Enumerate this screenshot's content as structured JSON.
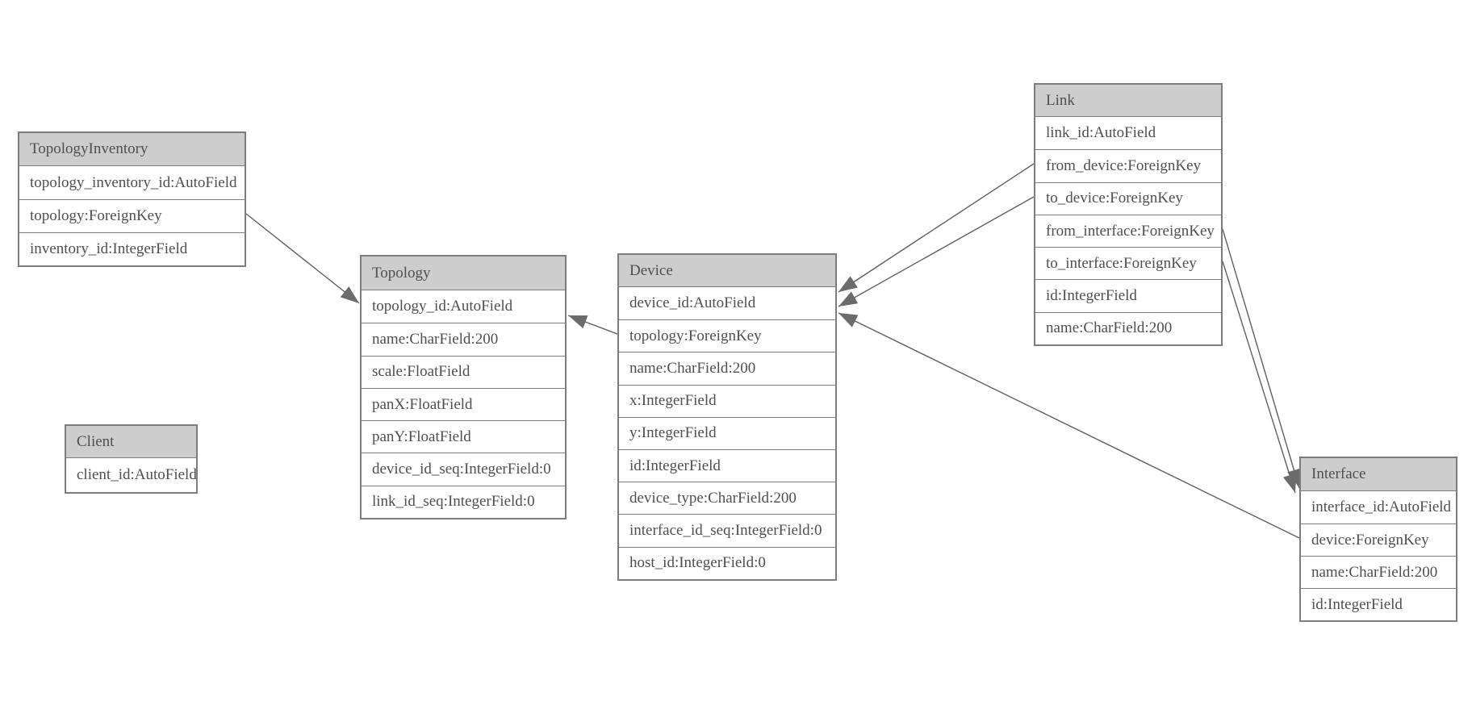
{
  "diagram": {
    "entities": [
      {
        "id": "topology_inventory",
        "title": "TopologyInventory",
        "fields": [
          "topology_inventory_id:AutoField",
          "topology:ForeignKey",
          "inventory_id:IntegerField"
        ]
      },
      {
        "id": "topology",
        "title": "Topology",
        "fields": [
          "topology_id:AutoField",
          "name:CharField:200",
          "scale:FloatField",
          "panX:FloatField",
          "panY:FloatField",
          "device_id_seq:IntegerField:0",
          "link_id_seq:IntegerField:0"
        ]
      },
      {
        "id": "client",
        "title": "Client",
        "fields": [
          "client_id:AutoField"
        ]
      },
      {
        "id": "device",
        "title": "Device",
        "fields": [
          "device_id:AutoField",
          "topology:ForeignKey",
          "name:CharField:200",
          "x:IntegerField",
          "y:IntegerField",
          "id:IntegerField",
          "device_type:CharField:200",
          "interface_id_seq:IntegerField:0",
          "host_id:IntegerField:0"
        ]
      },
      {
        "id": "link",
        "title": "Link",
        "fields": [
          "link_id:AutoField",
          "from_device:ForeignKey",
          "to_device:ForeignKey",
          "from_interface:ForeignKey",
          "to_interface:ForeignKey",
          "id:IntegerField",
          "name:CharField:200"
        ]
      },
      {
        "id": "interface",
        "title": "Interface",
        "fields": [
          "interface_id:AutoField",
          "device:ForeignKey",
          "name:CharField:200",
          "id:IntegerField"
        ]
      }
    ],
    "relations": [
      {
        "from": "TopologyInventory.topology",
        "to": "Topology"
      },
      {
        "from": "Device.topology",
        "to": "Topology"
      },
      {
        "from": "Link.from_device",
        "to": "Device"
      },
      {
        "from": "Link.to_device",
        "to": "Device"
      },
      {
        "from": "Link.from_interface",
        "to": "Interface"
      },
      {
        "from": "Link.to_interface",
        "to": "Interface"
      },
      {
        "from": "Interface.device",
        "to": "Device"
      }
    ],
    "colors": {
      "canvas_bg": "#ffffff",
      "header_bg": "#cdcdcd",
      "row_bg": "#ffffff",
      "border": "#7d7d7d",
      "text": "#4f4f4f",
      "edge_line": "#5f5f5f",
      "arrowhead": "#6b6b6b"
    }
  }
}
